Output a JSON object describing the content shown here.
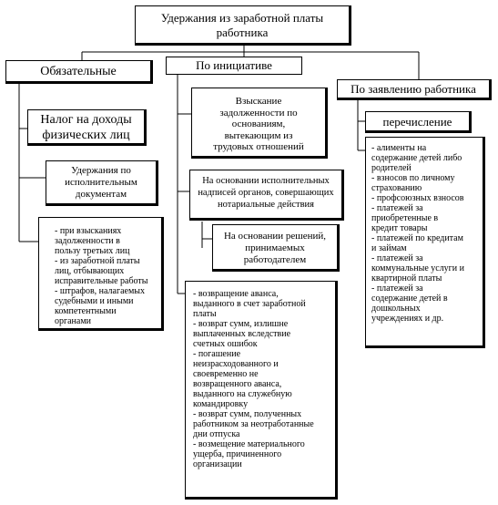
{
  "title": {
    "line1": "Удержания из заработной платы",
    "line2": "работника"
  },
  "columns": {
    "mandatory": {
      "header": "Обязательные",
      "tax": {
        "line1": "Налог на доходы",
        "line2": "физических лиц"
      },
      "executive_docs": {
        "line1": "Удержания по",
        "line2": "исполнительным",
        "line3": "документам"
      },
      "items": [
        "- при взысканиях",
        "задолженности в",
        "пользу третьих лиц",
        "- из заработной платы",
        "лиц, отбывающих",
        "исправительные работы",
        "- штрафов, налагаемых",
        "судебными и иными",
        "компетентными",
        "органами"
      ]
    },
    "initiative": {
      "header": "По инициативе",
      "debt_recovery": {
        "line1": "Взыскание",
        "line2": "задолженности по",
        "line3": "основаниям,",
        "line4": "вытекающим из",
        "line5": "трудовых отношений"
      },
      "notary": {
        "line1": "На основании исполнительных",
        "line2": "надписей органов, совершающих",
        "line3": "нотариальные действия"
      },
      "employer_decisions": {
        "line1": "На основании решений,",
        "line2": "принимаемых",
        "line3": "работодателем"
      },
      "items": [
        "- возвращение аванса,",
        "выданного в счет заработной",
        "платы",
        "- возврат сумм, излишне",
        "выплаченных вследствие",
        "счетных ошибок",
        "- погашение",
        "неизрасходованного и",
        "своевременно не",
        "возвращенного аванса,",
        "выданного на служебную",
        "командировку",
        "- возврат сумм, полученных",
        "работником за неотработанные",
        "дни отпуска",
        "- возмещение материального",
        "ущерба, причиненного",
        "организации"
      ]
    },
    "employee": {
      "header": "По заявлению работника",
      "transfer": "перечисление",
      "items": [
        "- алименты на",
        "содержание детей либо",
        "родителей",
        "- взносов по личному",
        "страхованию",
        "- профсоюзных взносов",
        "- платежей за",
        "приобретенные в",
        "кредит товары",
        "- платежей по кредитам",
        "и займам",
        "- платежей за",
        "коммунальные услуги и",
        "квартирной платы",
        "- платежей за",
        "содержание детей в",
        "дошкольных",
        "учреждениях и др."
      ]
    }
  }
}
